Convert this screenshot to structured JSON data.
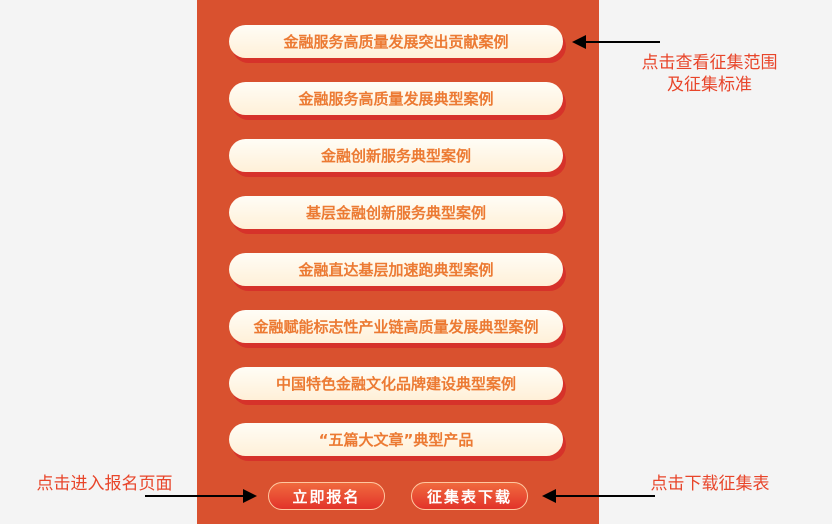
{
  "cases": [
    "金融服务高质量发展突出贡献案例",
    "金融服务高质量发展典型案例",
    "金融创新服务典型案例",
    "基层金融创新服务典型案例",
    "金融直达基层加速跑典型案例",
    "金融赋能标志性产业链高质量发展典型案例",
    "中国特色金融文化品牌建设典型案例",
    "“五篇大文章”典型产品"
  ],
  "actions": {
    "register": "立即报名",
    "download": "征集表下载"
  },
  "notes": {
    "scope_line1": "点击查看征集范围",
    "scope_line2": "及征集标准",
    "register": "点击进入报名页面",
    "download": "点击下载征集表"
  }
}
